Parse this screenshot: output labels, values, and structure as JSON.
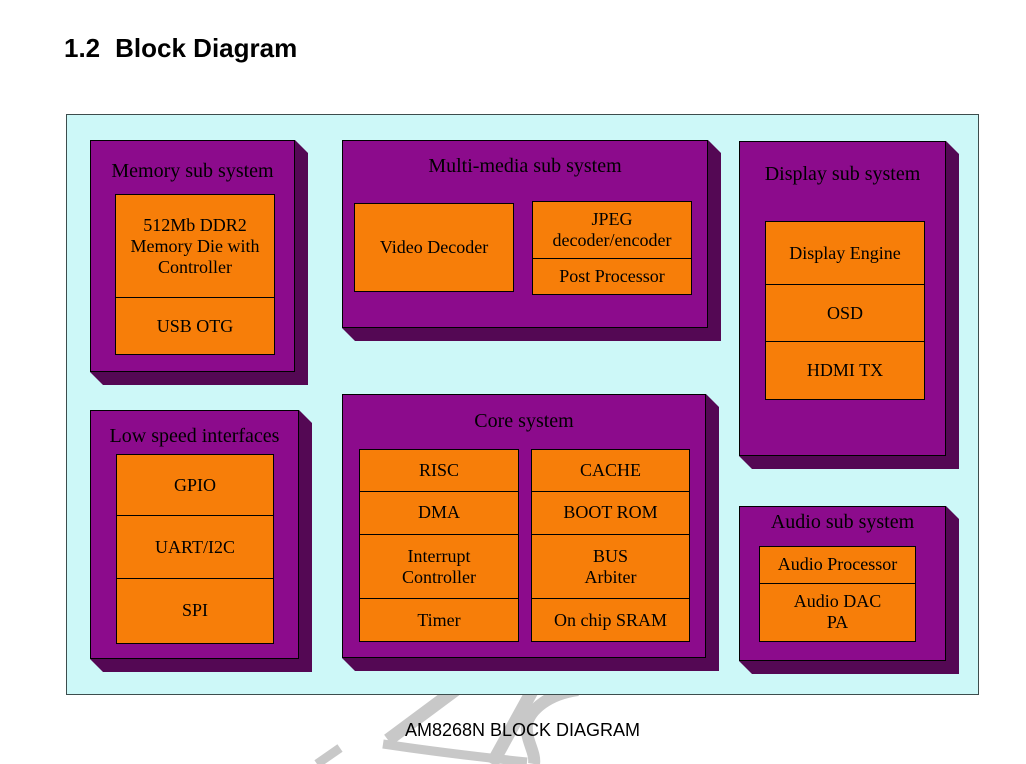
{
  "heading": {
    "number": "1.2",
    "title": "Block Diagram"
  },
  "caption": "AM8268N BLOCK DIAGRAM",
  "colors": {
    "canvas_bg": "#cdf8f8",
    "block_face": "#8c0b8c",
    "block_shadow": "#540854",
    "cell_fill": "#f77e09",
    "outline": "#000000",
    "watermark": "#c8c8c8"
  },
  "blocks": [
    {
      "title": "Memory sub system",
      "cells": [
        {
          "lines": [
            "512Mb DDR2",
            "Memory Die with",
            "Controller"
          ]
        },
        {
          "lines": [
            "USB OTG"
          ]
        }
      ]
    },
    {
      "title": "Multi-media sub system",
      "left_cells": [
        {
          "lines": [
            "Video Decoder"
          ]
        }
      ],
      "right_cells": [
        {
          "lines": [
            "JPEG",
            "decoder/encoder"
          ]
        },
        {
          "lines": [
            "Post Processor"
          ]
        }
      ]
    },
    {
      "title": "Display sub system",
      "cells": [
        {
          "lines": [
            "Display Engine"
          ]
        },
        {
          "lines": [
            "OSD"
          ]
        },
        {
          "lines": [
            "HDMI TX"
          ]
        }
      ]
    },
    {
      "title": "Low speed interfaces",
      "cells": [
        {
          "lines": [
            "GPIO"
          ]
        },
        {
          "lines": [
            "UART/I2C"
          ]
        },
        {
          "lines": [
            "SPI"
          ]
        }
      ]
    },
    {
      "title": "Core system",
      "left_cells": [
        {
          "lines": [
            "RISC"
          ]
        },
        {
          "lines": [
            "DMA"
          ]
        },
        {
          "lines": [
            "Interrupt",
            "Controller"
          ]
        },
        {
          "lines": [
            "Timer"
          ]
        }
      ],
      "right_cells": [
        {
          "lines": [
            "CACHE"
          ]
        },
        {
          "lines": [
            "BOOT ROM"
          ]
        },
        {
          "lines": [
            "BUS",
            "Arbiter"
          ]
        },
        {
          "lines": [
            "On chip SRAM"
          ]
        }
      ]
    },
    {
      "title": "Audio sub system",
      "cells": [
        {
          "lines": [
            "Audio Processor"
          ]
        },
        {
          "lines": [
            "Audio DAC",
            "PA"
          ]
        }
      ]
    }
  ]
}
